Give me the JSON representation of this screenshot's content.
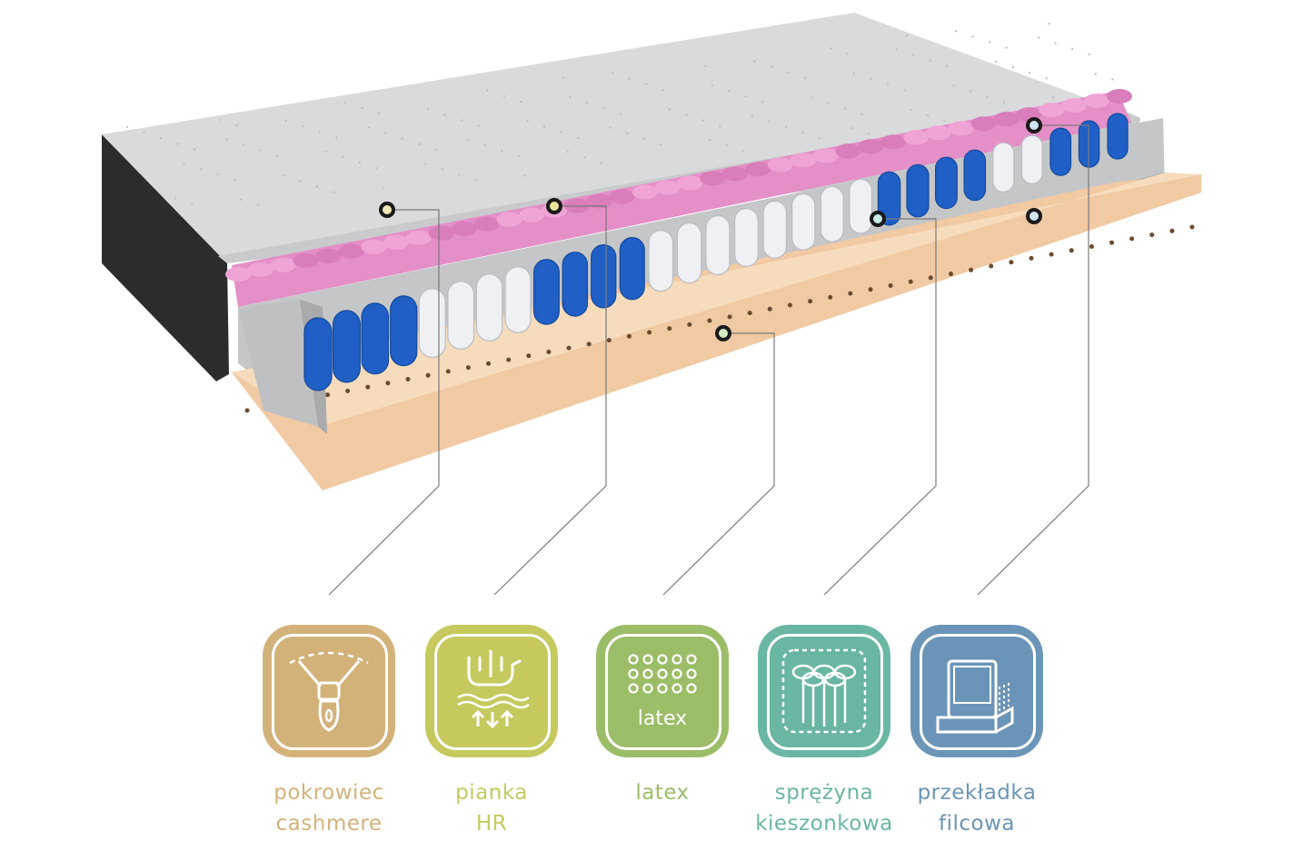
{
  "colors": {
    "cover": "#dbb577",
    "foam": "#c8cd62",
    "latex": "#9cc069",
    "spring": "#6cb9a6",
    "felt": "#6d97ba",
    "pink": "#e08ac4",
    "blue_spring": "#1f63c9",
    "white_spring": "#eef0f3",
    "latex_base": "#f0c9a3"
  },
  "features": [
    {
      "id": "cover",
      "icon": "zipper-icon",
      "line1": "pokrowiec",
      "line2": "cashmere",
      "color": "#d3b27a"
    },
    {
      "id": "foam",
      "icon": "hand-press-icon",
      "line1": "pianka",
      "line2": "HR",
      "color": "#c6c95e"
    },
    {
      "id": "latex",
      "icon": "latex-dots-icon",
      "line1": "latex",
      "line2": "",
      "color": "#9bbd67",
      "icon_text": "latex"
    },
    {
      "id": "spring",
      "icon": "pocket-spring-icon",
      "line1": "sprężyna",
      "line2": "kieszonkowa",
      "color": "#6ab6a4"
    },
    {
      "id": "felt",
      "icon": "felt-layer-icon",
      "line1": "przekładka",
      "line2": "filcowa",
      "color": "#6b95b8"
    }
  ]
}
